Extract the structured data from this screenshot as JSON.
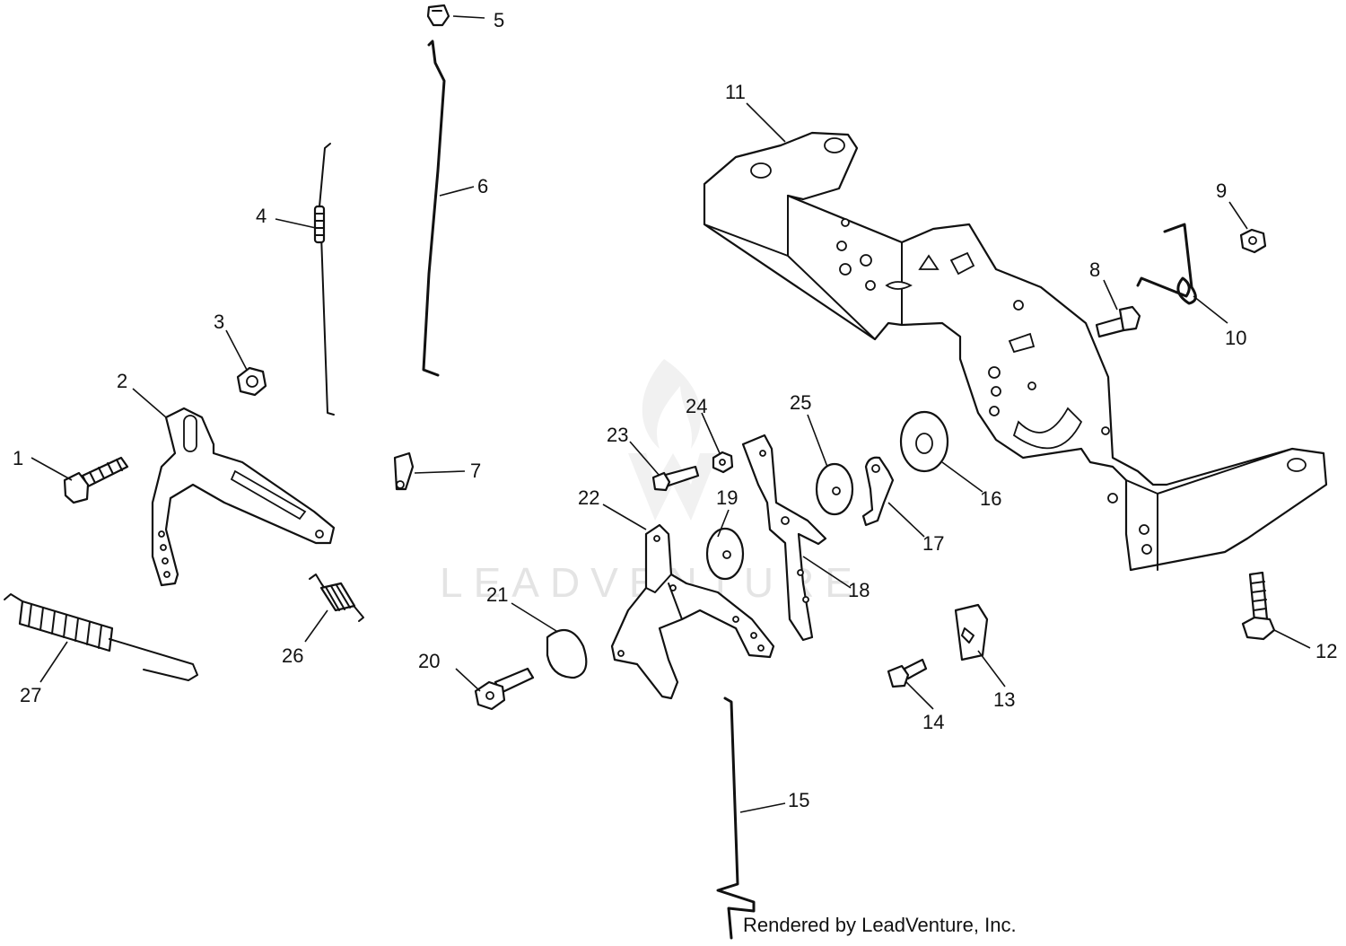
{
  "watermark": "LEADVENTURE",
  "credit": "Rendered by LeadVenture, Inc.",
  "callouts": [
    "1",
    "2",
    "3",
    "4",
    "5",
    "6",
    "7",
    "8",
    "9",
    "10",
    "11",
    "12",
    "13",
    "14",
    "15",
    "16",
    "17",
    "18",
    "19",
    "20",
    "21",
    "22",
    "23",
    "24",
    "25",
    "26",
    "27"
  ]
}
